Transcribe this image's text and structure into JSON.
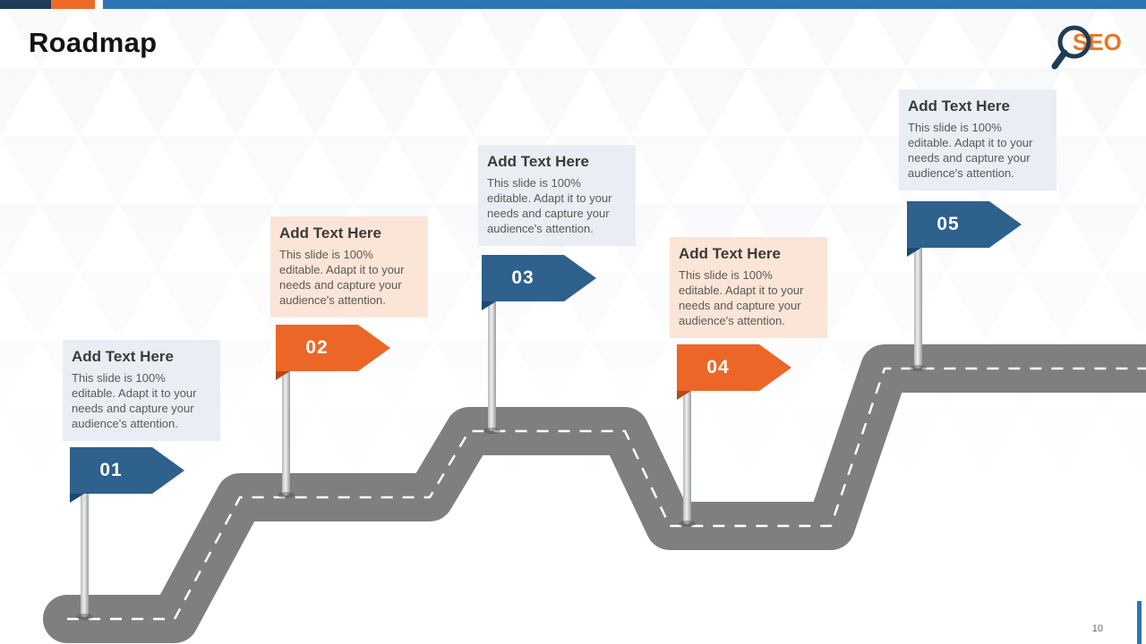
{
  "slide": {
    "title": "Roadmap",
    "page_number": "10",
    "logo_text": "SEO"
  },
  "milestones": [
    {
      "number": "01",
      "theme": "blue",
      "heading": "Add Text Here",
      "body": "This slide is 100% editable. Adapt it to your needs and capture your audience's attention."
    },
    {
      "number": "02",
      "theme": "orange",
      "heading": "Add Text Here",
      "body": "This slide is 100% editable. Adapt it to your needs and capture your audience's attention."
    },
    {
      "number": "03",
      "theme": "blue",
      "heading": "Add Text Here",
      "body": "This slide is 100% editable. Adapt it to your needs and capture your audience's attention."
    },
    {
      "number": "04",
      "theme": "orange",
      "heading": "Add Text Here",
      "body": "This slide is 100% editable. Adapt it to your needs and capture your audience's attention."
    },
    {
      "number": "05",
      "theme": "blue",
      "heading": "Add Text Here",
      "body": "This slide is 100% editable. Adapt it to your needs and capture your audience's attention."
    }
  ],
  "colors": {
    "accent_blue": "#2E618C",
    "accent_blue_dark": "#1D486E",
    "accent_orange": "#EC6727",
    "accent_orange_dark": "#B44C13",
    "topbar_navy": "#1F3B57",
    "topbar_blue": "#2E75B6",
    "topbar_orange": "#ED6B28",
    "box_blue": "#E8EEF4",
    "box_peach": "#FBE5D7",
    "road_gray": "#7F7F7F"
  }
}
